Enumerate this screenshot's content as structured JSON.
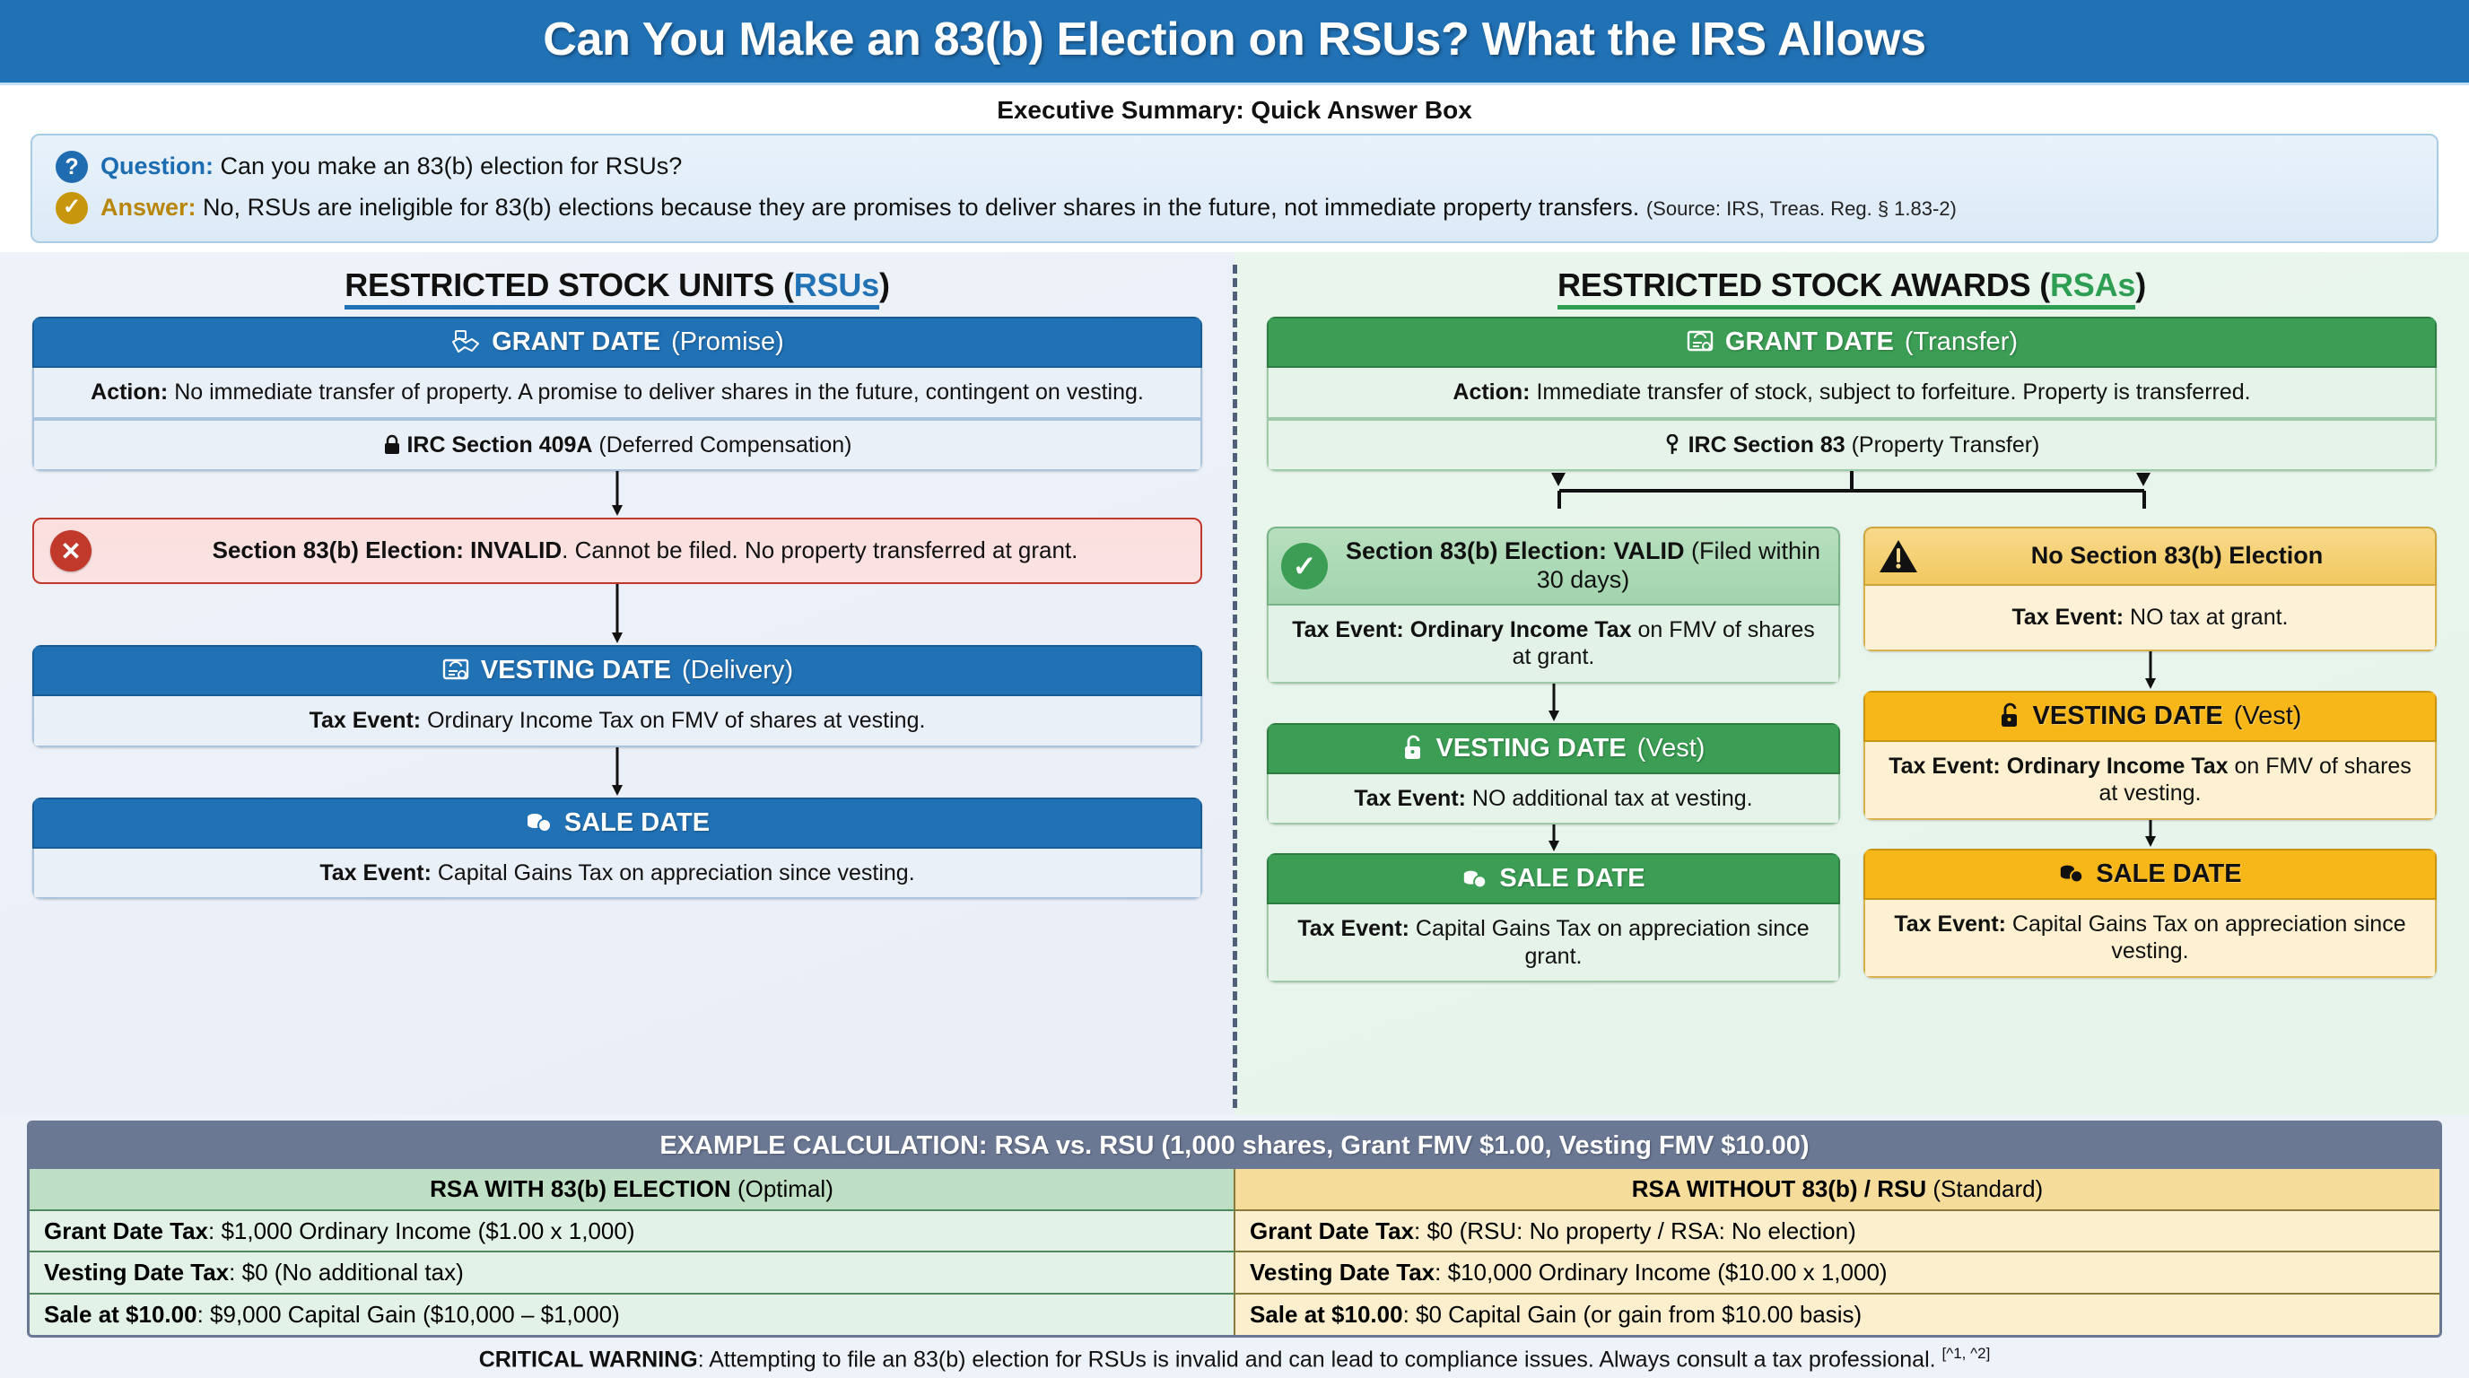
{
  "header": {
    "title": "Can You Make an 83(b) Election on RSUs? What the IRS Allows"
  },
  "exec": {
    "label": "Executive Summary: Quick Answer Box",
    "question_label": "Question:",
    "question_text": "Can you make an 83(b) election for RSUs?",
    "answer_label": "Answer:",
    "answer_text": "No, RSUs are ineligible for 83(b) elections because they are promises to deliver shares in the future, not immediate property transfers.",
    "answer_source": "(Source: IRS, Treas. Reg. § 1.83-2)"
  },
  "colors": {
    "blue": "#2171b5",
    "green": "#3b9e54",
    "amber": "#f7b719",
    "red": "#c0392b",
    "slate": "#6b7894"
  },
  "left_column": {
    "heading_main": "RESTRICTED STOCK UNITS (",
    "heading_accent": "RSUs",
    "heading_close": ")",
    "grant": {
      "title": "GRANT DATE",
      "subtitle": "(Promise)",
      "action_label": "Action:",
      "action_text": "No immediate transfer of property. A promise to deliver shares in the future, contingent on vesting.",
      "code_label": "IRC Section 409A",
      "code_sub": "(Deferred Compensation)"
    },
    "invalid": {
      "bold_text": "Section 83(b) Election: INVALID",
      "rest_text": ". Cannot be filed. No property transferred at grant."
    },
    "vesting": {
      "title": "VESTING DATE",
      "subtitle": "(Delivery)",
      "tax_label": "Tax Event:",
      "tax_text": "Ordinary Income Tax on FMV of shares at vesting."
    },
    "sale": {
      "title": "SALE DATE",
      "tax_label": "Tax Event:",
      "tax_text": "Capital Gains Tax on appreciation since vesting."
    }
  },
  "right_column": {
    "heading_main": "RESTRICTED STOCK AWARDS (",
    "heading_accent": "RSAs",
    "heading_close": ")",
    "grant": {
      "title": "GRANT DATE",
      "subtitle": "(Transfer)",
      "action_label": "Action:",
      "action_text": "Immediate transfer of stock, subject to forfeiture. Property is transferred.",
      "code_label": "IRC Section 83",
      "code_sub": "(Property Transfer)"
    },
    "branch_with": {
      "title_bold": "Section 83(b) Election: VALID",
      "title_sub": "(Filed within 30 days)",
      "tax_label": "Tax Event: Ordinary Income Tax",
      "tax_text": "on FMV of shares at grant.",
      "vesting_title": "VESTING DATE",
      "vesting_sub": "(Vest)",
      "vesting_tax_label": "Tax Event:",
      "vesting_tax_text": "NO additional tax at vesting.",
      "sale_title": "SALE DATE",
      "sale_tax_label": "Tax Event:",
      "sale_tax_text": "Capital Gains Tax on appreciation since grant."
    },
    "branch_without": {
      "title_bold": "No Section 83(b) Election",
      "tax_label": "Tax Event:",
      "tax_text": "NO tax at grant.",
      "vesting_title": "VESTING DATE",
      "vesting_sub": "(Vest)",
      "vesting_tax_label": "Tax Event: Ordinary Income Tax",
      "vesting_tax_text": "on FMV of shares at vesting.",
      "sale_title": "SALE DATE",
      "sale_tax_label": "Tax Event:",
      "sale_tax_text": "Capital Gains Tax on appreciation since vesting."
    }
  },
  "table": {
    "title": "EXAMPLE CALCULATION: RSA vs. RSU (1,000 shares, Grant FMV $1.00, Vesting FMV $10.00)",
    "col_left_header_bold": "RSA WITH 83(b) ELECTION",
    "col_left_header_sub": "(Optimal)",
    "col_right_header_bold": "RSA WITHOUT 83(b) / RSU",
    "col_right_header_sub": "(Standard)",
    "rows": [
      {
        "left_label": "Grant Date Tax",
        "left_value": ": $1,000 Ordinary Income ($1.00 x 1,000)",
        "right_label": "Grant Date Tax",
        "right_value": ": $0 (RSU: No property / RSA: No election)"
      },
      {
        "left_label": "Vesting Date Tax",
        "left_value": ": $0 (No additional tax)",
        "right_label": "Vesting Date Tax",
        "right_value": ": $10,000 Ordinary Income ($10.00 x 1,000)"
      },
      {
        "left_label": "Sale at $10.00",
        "left_value": ": $9,000 Capital Gain ($10,000 – $1,000)",
        "right_label": "Sale at $10.00",
        "right_value": ": $0 Capital Gain (or gain from $10.00 basis)"
      }
    ]
  },
  "warning": {
    "label": "CRITICAL WARNING",
    "text": ": Attempting to file an 83(b) election for RSUs is invalid and can lead to compliance issues. Always consult a tax professional.",
    "footnotes": "[^1, ^2]"
  },
  "icons": {
    "question": "?",
    "check": "✓",
    "cross": "✕",
    "handshake": "handshake-icon",
    "lock": "lock-icon",
    "key": "key-icon",
    "certificate": "certificate-icon",
    "coins": "coins-icon",
    "unlock": "unlock-icon",
    "warning_triangle": "warning-triangle-icon"
  }
}
